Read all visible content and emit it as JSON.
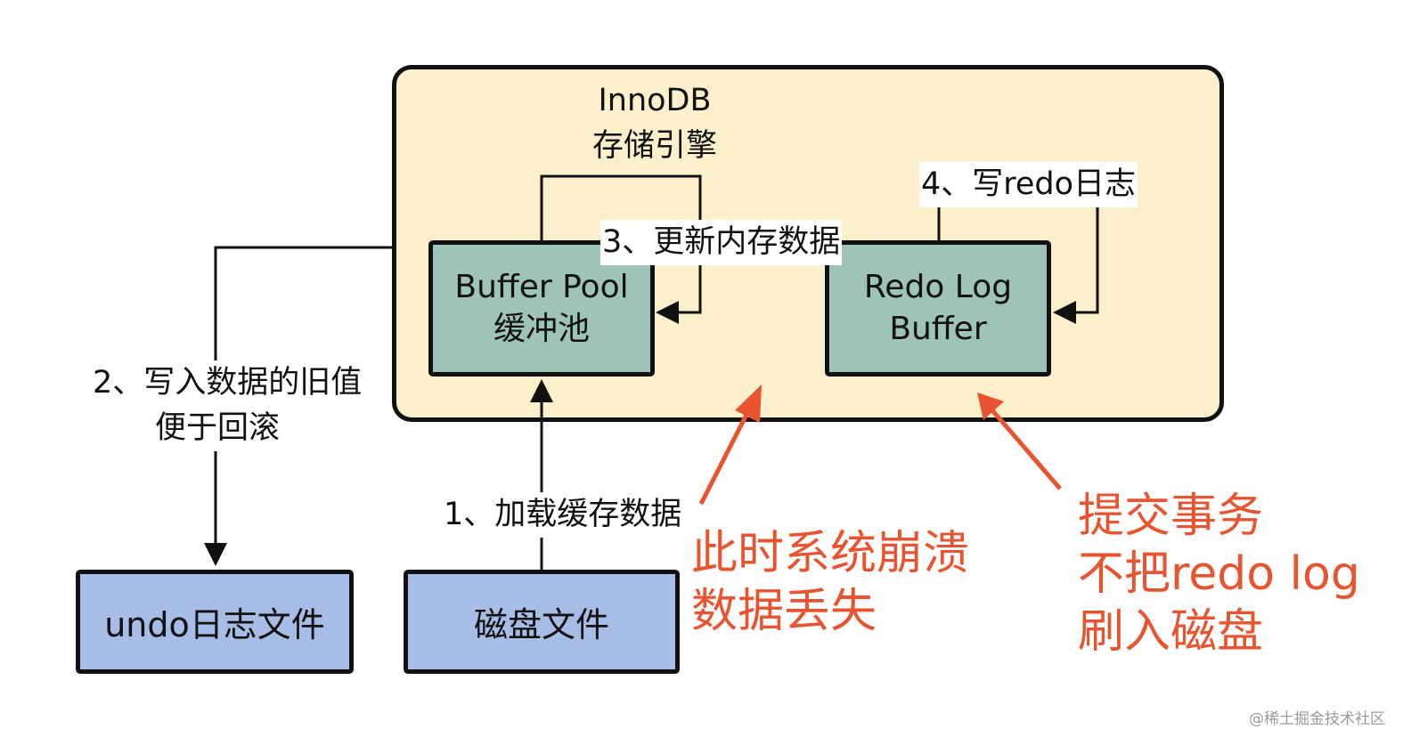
{
  "engine": {
    "title_line1": "InnoDB",
    "title_line2": "存储引擎"
  },
  "buffer_pool": {
    "line1": "Buffer Pool",
    "line2": "缓冲池"
  },
  "redo_log_buffer": {
    "line1": "Redo Log",
    "line2": "Buffer"
  },
  "undo_file": {
    "label": "undo日志文件"
  },
  "disk_file": {
    "label": "磁盘文件"
  },
  "steps": {
    "step1": "1、加载缓存数据",
    "step2_line1": "2、写入数据的旧值",
    "step2_line2": "便于回滚",
    "step3": "3、更新内存数据",
    "step4": "4、写redo日志"
  },
  "annotations": {
    "crash_line1": "此时系统崩溃",
    "crash_line2": "数据丢失",
    "commit_line1": "提交事务",
    "commit_line2": "不把redo log",
    "commit_line3": "刷入磁盘"
  },
  "watermark": "@稀土掘金技术社区",
  "colors": {
    "engine_fill": "#fcf0cc",
    "component_fill": "#9ec3b8",
    "file_fill": "#a8bde6",
    "annotation": "#e8542f",
    "stroke": "#111111"
  }
}
